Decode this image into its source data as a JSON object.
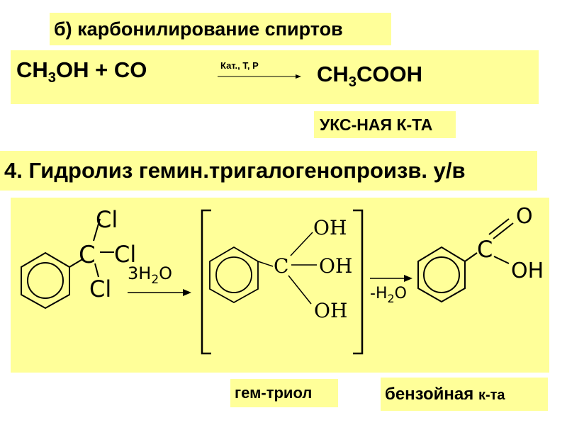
{
  "title_b": "б) карбонилирование спиртов",
  "equation": {
    "left": {
      "p1": "CH",
      "sub1": "3",
      "p2": "OH + CO"
    },
    "conditions": "Кат., T, P",
    "right": {
      "p1": "CH",
      "sub1": "3",
      "p2": "COOH"
    }
  },
  "acetic_label": "УКС-НАЯ  К-ТА",
  "section4_title": "4. Гидролиз гемин.тригалогенопроизв. у/в",
  "scheme": {
    "reactant": {
      "c": "C",
      "cl_top": "Cl",
      "cl_right": "Cl",
      "cl_bottom": "Cl"
    },
    "reagent": {
      "p1": "3H",
      "sub": "2",
      "p2": "O"
    },
    "intermediate": {
      "c": "C",
      "oh1": "OH",
      "oh2": "OH",
      "oh3": "OH"
    },
    "elimination": {
      "p1": "-H",
      "sub": "2",
      "p2": "O"
    },
    "product": {
      "c": "C",
      "o": "O",
      "oh": "OH"
    }
  },
  "triol_label": "гем-триол",
  "benzoic_label": {
    "main": "бензойная",
    "small": "к-та"
  },
  "colors": {
    "highlight": "#ffff99",
    "text": "#000000"
  }
}
